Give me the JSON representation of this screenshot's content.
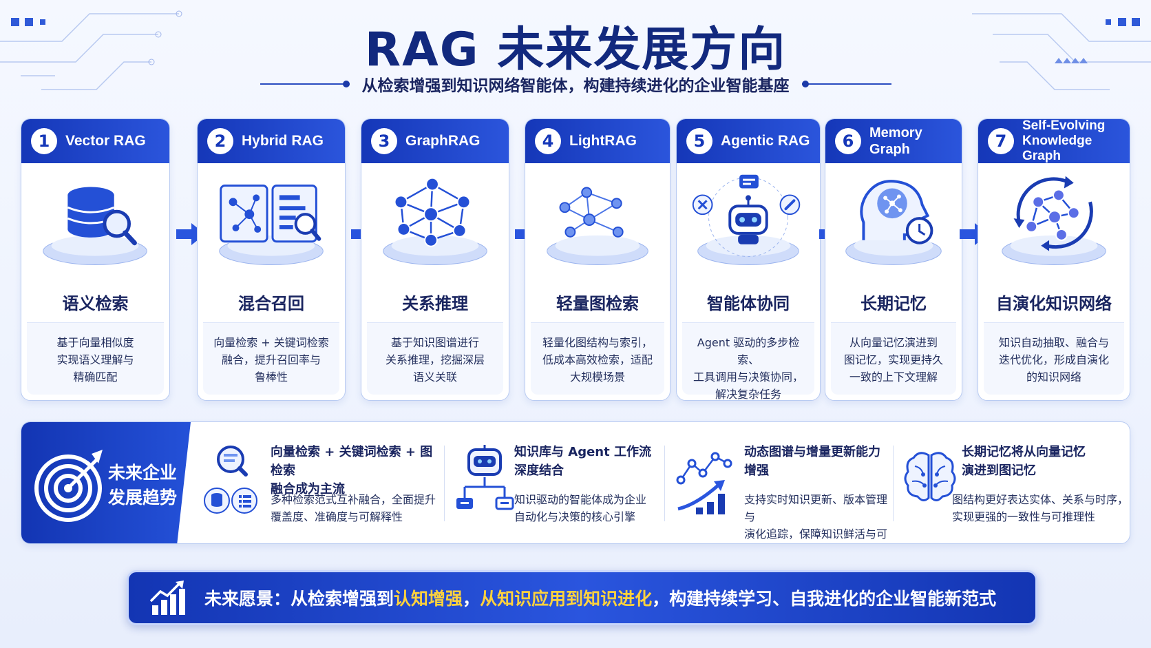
{
  "title": "RAG 未来发展方向",
  "subtitle": "从检索增强到知识网络智能体，构建持续进化的企业智能基座",
  "cards": [
    {
      "num": "1",
      "title": "Vector RAG",
      "name": "语义检索",
      "desc": [
        "基于向量相似度",
        "实现语义理解与",
        "精确匹配"
      ]
    },
    {
      "num": "2",
      "title": "Hybrid RAG",
      "name": "混合召回",
      "desc": [
        "向量检索 + 关键词检索",
        "融合，提升召回率与",
        "鲁棒性"
      ]
    },
    {
      "num": "3",
      "title": "GraphRAG",
      "name": "关系推理",
      "desc": [
        "基于知识图谱进行",
        "关系推理，挖掘深层",
        "语义关联"
      ]
    },
    {
      "num": "4",
      "title": "LightRAG",
      "name": "轻量图检索",
      "desc": [
        "轻量化图结构与索引，",
        "低成本高效检索，适配",
        "大规模场景"
      ]
    },
    {
      "num": "5",
      "title": "Agentic RAG",
      "name": "智能体协同",
      "desc": [
        "Agent 驱动的多步检索、",
        "工具调用与决策协同，",
        "解决复杂任务"
      ]
    },
    {
      "num": "6",
      "title": "Memory Graph",
      "name": "长期记忆",
      "desc": [
        "从向量记忆演进到",
        "图记忆，实现更持久",
        "一致的上下文理解"
      ]
    },
    {
      "num": "7",
      "title": "Self-Evolving Knowledge Graph",
      "title_lines": [
        "Self-Evolving",
        "Knowledge Graph"
      ],
      "name": "自演化知识网络",
      "desc": [
        "知识自动抽取、融合与",
        "迭代优化，形成自演化",
        "的知识网络"
      ]
    }
  ],
  "trends": {
    "label": [
      "未来企业",
      "发展趋势"
    ],
    "items": [
      {
        "title": [
          "向量检索 + 关键词检索 + 图检索",
          "融合成为主流"
        ],
        "desc": [
          "多种检索范式互补融合，全面提升",
          "覆盖度、准确度与可解释性"
        ],
        "icon": "search-fusion-icon"
      },
      {
        "title": [
          "知识库与 Agent 工作流",
          "深度结合"
        ],
        "desc": [
          "知识驱动的智能体成为企业",
          "自动化与决策的核心引擎"
        ],
        "icon": "robot-workflow-icon"
      },
      {
        "title": [
          "动态图谱与增量更新能力增强"
        ],
        "desc": [
          "支持实时知识更新、版本管理与",
          "演化追踪，保障知识鲜活与可靠"
        ],
        "icon": "growth-graph-icon"
      },
      {
        "title": [
          "长期记忆将从向量记忆",
          "演进到图记忆"
        ],
        "desc": [
          "图结构更好表达实体、关系与时序，",
          "实现更强的一致性与可推理性"
        ],
        "icon": "brain-icon"
      }
    ]
  },
  "vision": {
    "prefix": "未来愿景：",
    "part1": "从检索增强到",
    "hl1": "认知增强",
    "sep1": "，",
    "hl2": "从知识应用到知识进化",
    "suffix": "，构建持续学习、自我进化的企业智能新范式"
  },
  "colors": {
    "primary": "#1537b8",
    "accent": "#2b55dc",
    "highlight": "#ffd23d",
    "title": "#12297e"
  }
}
